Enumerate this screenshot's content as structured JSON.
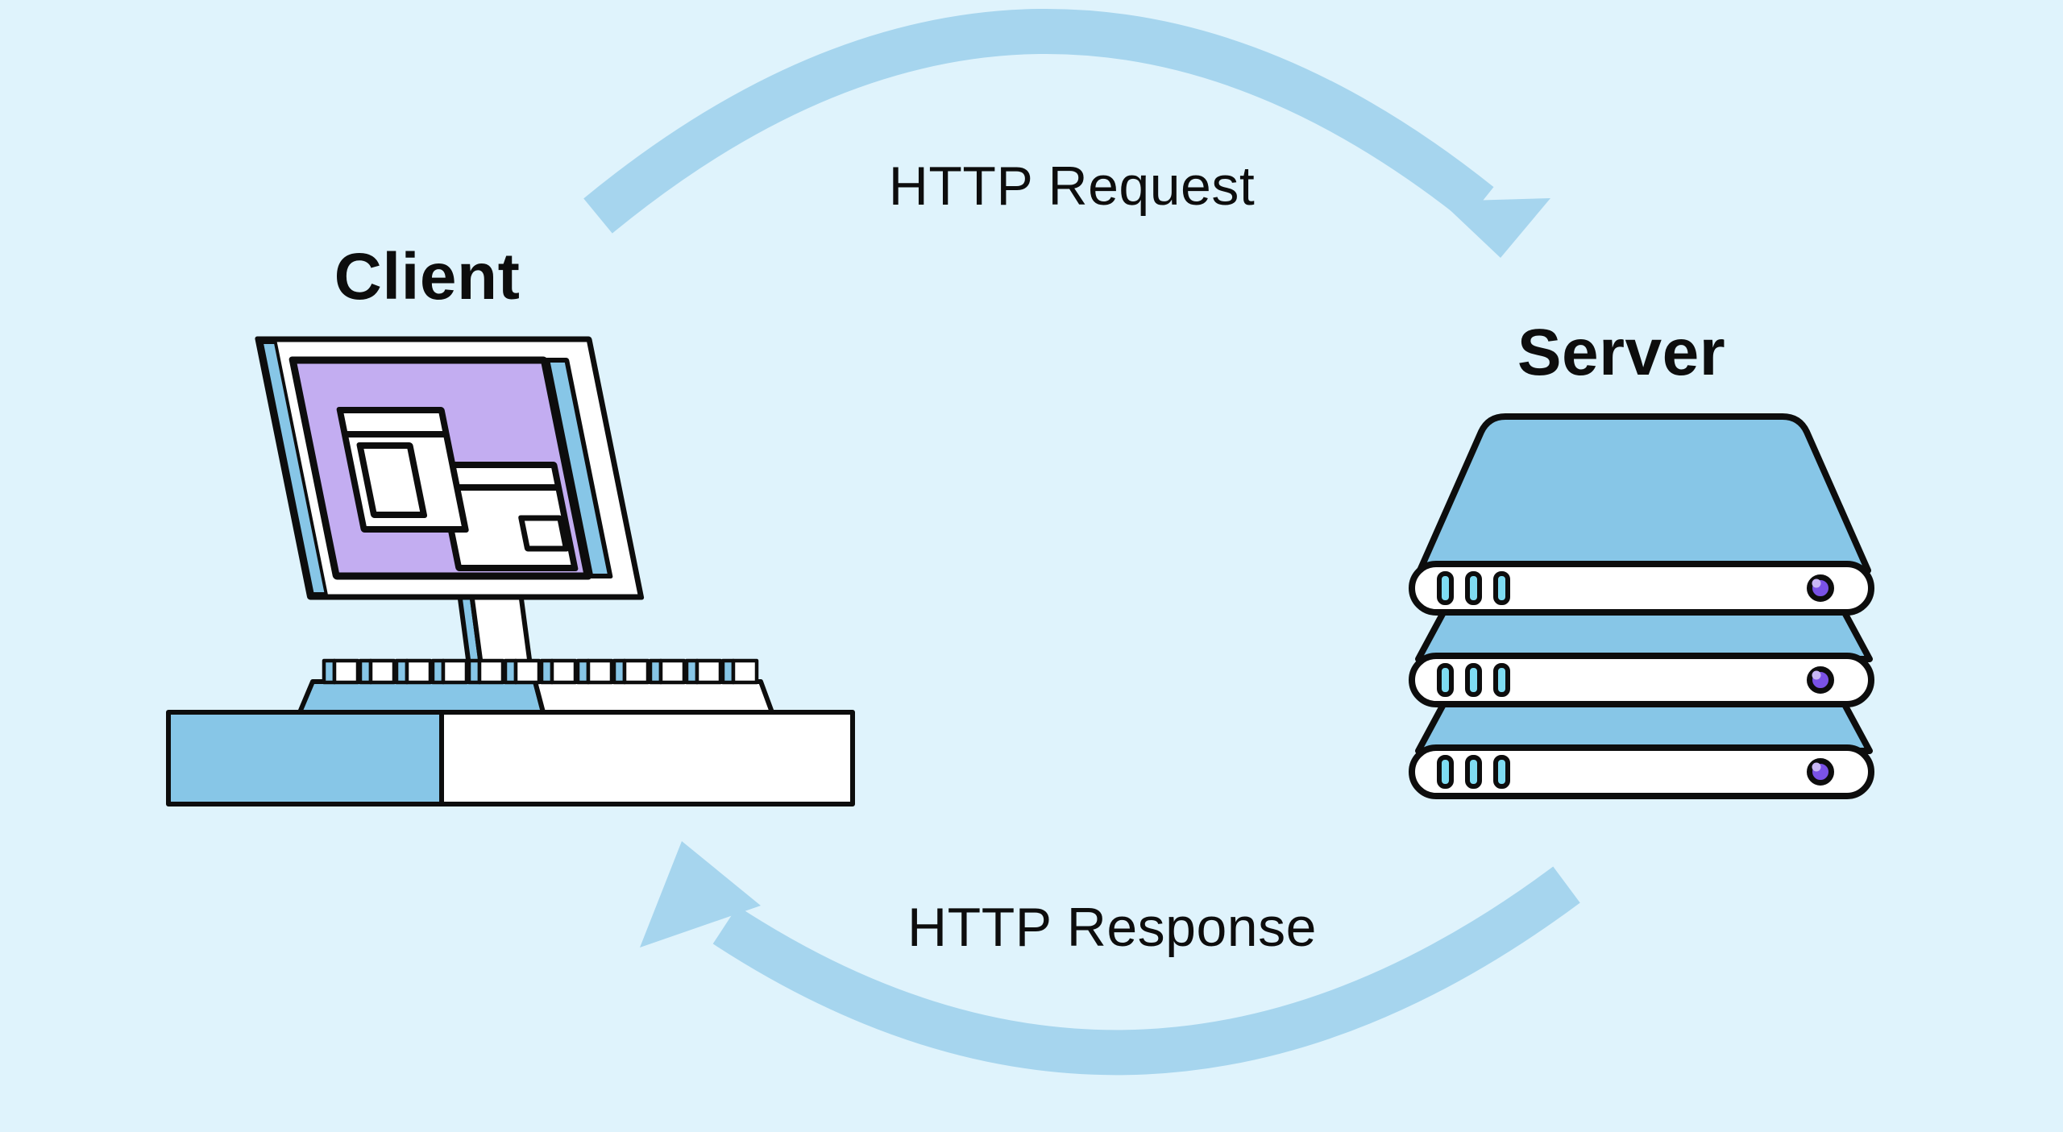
{
  "diagram": {
    "client": {
      "label": "Client"
    },
    "server": {
      "label": "Server"
    },
    "request": {
      "label": "HTTP Request"
    },
    "response": {
      "label": "HTTP Response"
    }
  },
  "icons": {
    "client": "desktop-computer-icon",
    "server": "server-stack-icon",
    "request": "curved-arrow-right-icon",
    "response": "curved-arrow-left-icon"
  },
  "colors": {
    "background": "#DFF3FC",
    "arrow_blue": "#A6D5EE",
    "shape_blue": "#87C6E7",
    "screen_purple": "#C3ADF1",
    "slot_cyan": "#7EDCF2",
    "led_purple": "#7A52E6",
    "led_highlight": "#C9B7F5",
    "outline_black": "#0D0D0D"
  }
}
